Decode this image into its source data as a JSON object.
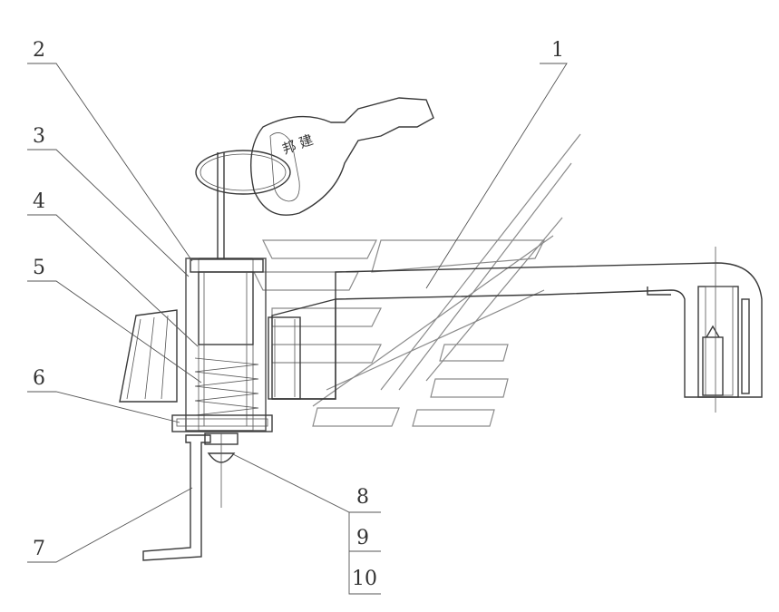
{
  "diagram": {
    "labels": [
      "1",
      "2",
      "3",
      "4",
      "5",
      "6",
      "7",
      "8",
      "9",
      "10"
    ],
    "key_text": "邦 建"
  }
}
